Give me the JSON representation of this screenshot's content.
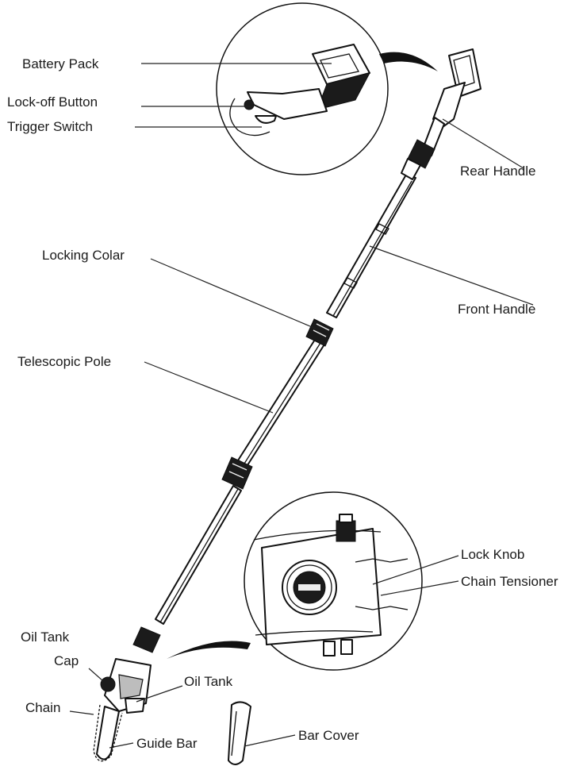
{
  "labels": {
    "battery_pack": "Battery Pack",
    "lock_off_button": "Lock-off Button",
    "trigger_switch": "Trigger Switch",
    "rear_handle": "Rear Handle",
    "locking_colar": "Locking Colar",
    "front_handle": "Front  Handle",
    "telescopic_pole": "Telescopic Pole",
    "lock_knob": "Lock  Knob",
    "chain_tensioner": "Chain  Tensioner",
    "oil_tank_cap_line1": "Oil Tank",
    "oil_tank_cap_line2": "Cap",
    "oil_tank": "Oil  Tank",
    "chain": "Chain",
    "guide_bar": "Guide Bar",
    "bar_cover": "Bar Cover"
  }
}
